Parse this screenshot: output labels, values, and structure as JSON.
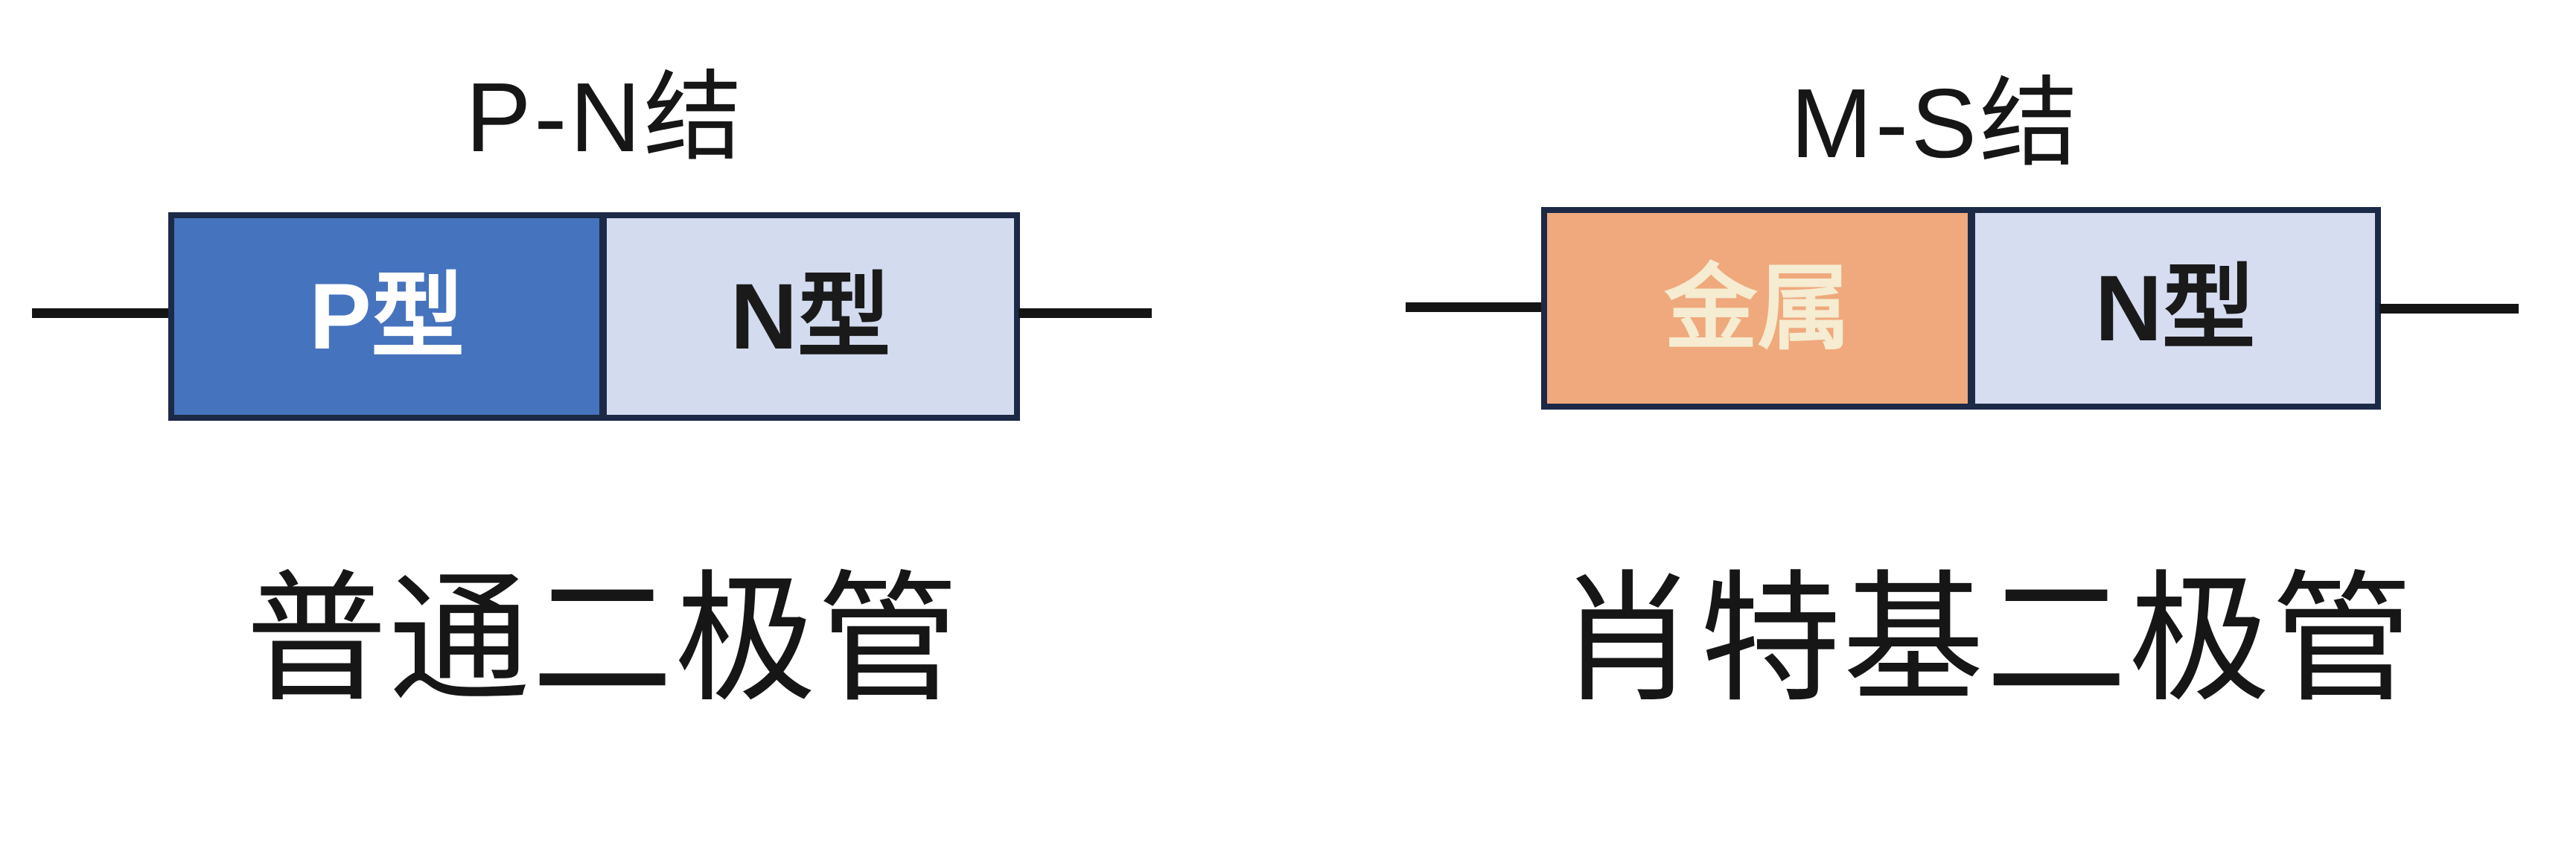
{
  "page": {
    "background": "#ffffff"
  },
  "colors": {
    "box_border": "#1c2a47",
    "wire": "#141414",
    "title_text": "#161616",
    "caption_text": "#161616",
    "p_region_bg": "#4673bd",
    "p_label_text": "#ffffff",
    "n_region_bg": "#d3dbef",
    "n_label_text": "#1a1a1a",
    "metal_region_bg": "#efa97c",
    "metal_label_text": "#f5ecd1"
  },
  "diagrams": [
    {
      "title": "P-N结",
      "caption": "普通二极管",
      "regions": [
        {
          "label": "P型"
        },
        {
          "label": "N型"
        }
      ]
    },
    {
      "title": "M-S结",
      "caption": "肖特基二极管",
      "regions": [
        {
          "label": "金属"
        },
        {
          "label": "N型"
        }
      ]
    }
  ]
}
